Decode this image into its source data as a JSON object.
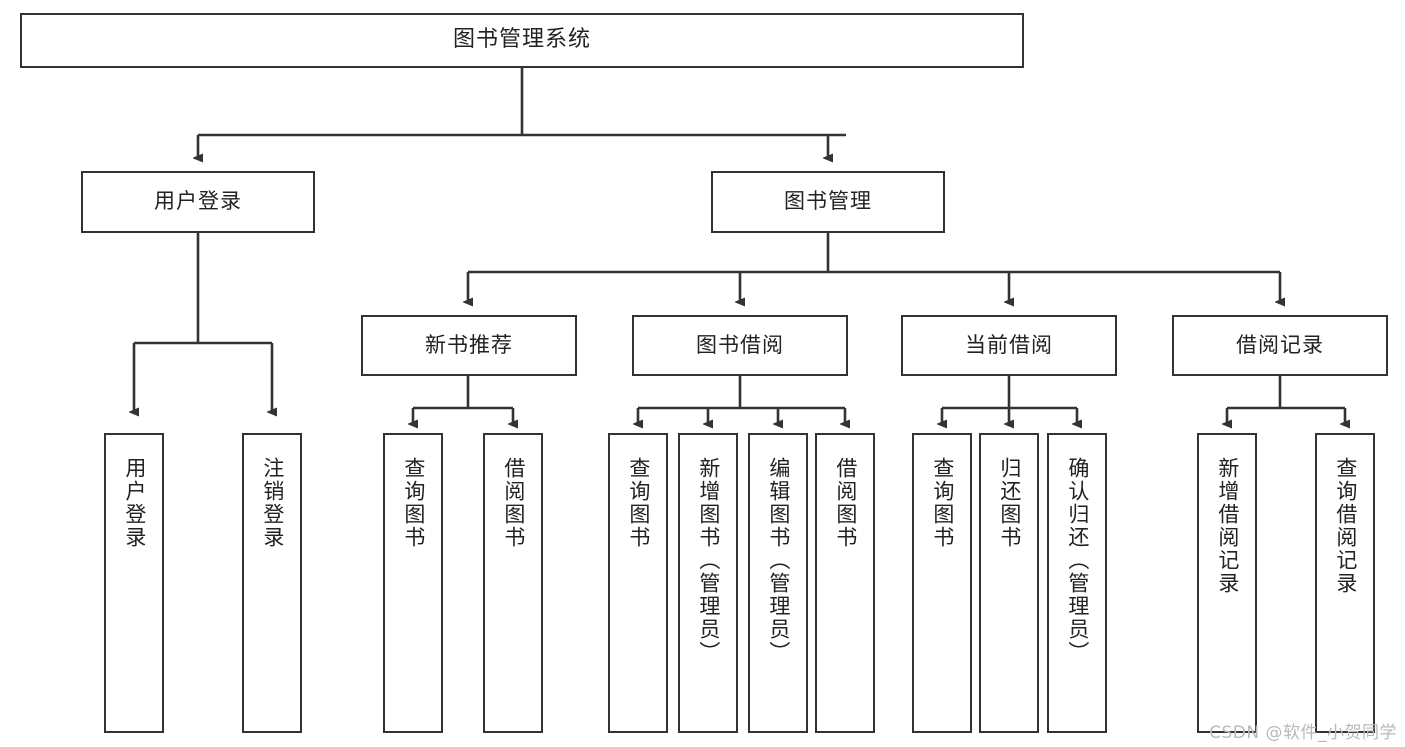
{
  "diagram": {
    "title": "图书管理系统",
    "type": "tree",
    "watermark": "CSDN @软件_小贺同学"
  },
  "nodes": {
    "root": {
      "label": "图书管理系统"
    },
    "level1": [
      {
        "id": "user-login",
        "label": "用户登录"
      },
      {
        "id": "book-manage",
        "label": "图书管理"
      }
    ],
    "level2": [
      {
        "id": "new-book-recommend",
        "label": "新书推荐"
      },
      {
        "id": "book-borrow",
        "label": "图书借阅"
      },
      {
        "id": "current-borrow",
        "label": "当前借阅"
      },
      {
        "id": "borrow-record",
        "label": "借阅记录"
      }
    ],
    "leaves": {
      "user_login": [
        {
          "id": "leaf-user-login",
          "label": "用户登录"
        },
        {
          "id": "leaf-user-logout",
          "label": "注销登录"
        }
      ],
      "new_book_recommend": [
        {
          "id": "leaf-query-book-1",
          "label": "查询图书"
        },
        {
          "id": "leaf-borrow-book-1",
          "label": "借阅图书"
        }
      ],
      "book_borrow": [
        {
          "id": "leaf-query-book-2",
          "label": "查询图书"
        },
        {
          "id": "leaf-add-book",
          "label": "新增图书（管理员）"
        },
        {
          "id": "leaf-edit-book",
          "label": "编辑图书（管理员）"
        },
        {
          "id": "leaf-borrow-book-2",
          "label": "借阅图书"
        }
      ],
      "current_borrow": [
        {
          "id": "leaf-query-book-3",
          "label": "查询图书"
        },
        {
          "id": "leaf-return-book",
          "label": "归还图书"
        },
        {
          "id": "leaf-confirm-return",
          "label": "确认归还（管理员）"
        }
      ],
      "borrow_record": [
        {
          "id": "leaf-add-record",
          "label": "新增借阅记录"
        },
        {
          "id": "leaf-query-record",
          "label": "查询借阅记录"
        }
      ]
    }
  },
  "style": {
    "border_color": "#333333",
    "background": "#ffffff",
    "text_color": "#222222",
    "watermark_color": "#b9b9b9"
  }
}
